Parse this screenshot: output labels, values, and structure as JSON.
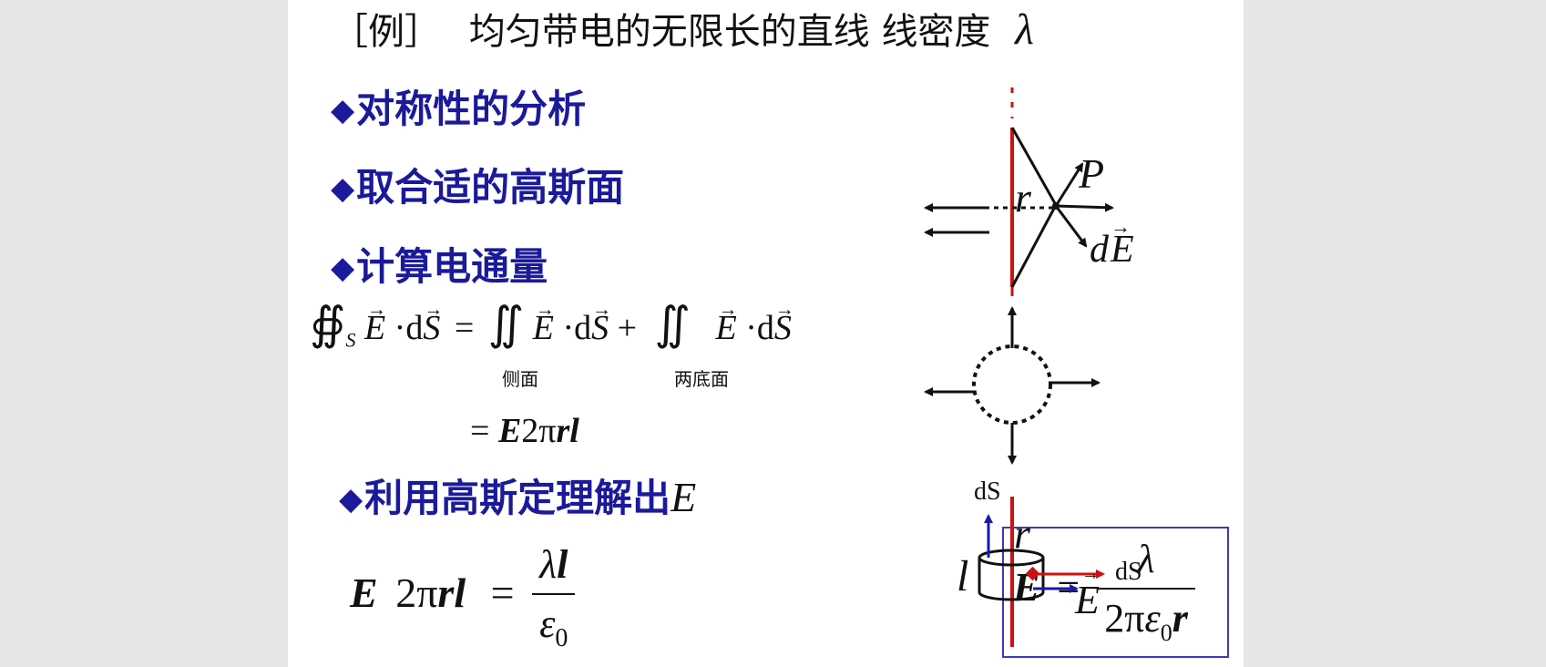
{
  "title": {
    "prefix": "［例］",
    "main": "均匀带电的无限长的直线",
    "suffix": "线密度",
    "lambda": "λ"
  },
  "bullets": {
    "symmetry": "对称性的分析",
    "gauss_surface": "取合适的高斯面",
    "flux": "计算电通量",
    "solve": "利用高斯定理解出",
    "solve_var": "E"
  },
  "equation1": {
    "oint": "∯",
    "sub_s": "S",
    "E": "E",
    "dot": "·",
    "d": "d",
    "S": "S",
    "eq": "=",
    "iint": "∬",
    "plus": "+",
    "under_side": "侧面",
    "under_ends": "两底面"
  },
  "equation2": {
    "eq": "=",
    "E": "E",
    "two_pi": "2π",
    "r": "r",
    "l": "l"
  },
  "equation3": {
    "E": "E",
    "two_pi": "2π",
    "r": "r",
    "l": "l",
    "eq": "=",
    "num_lambda": "λ",
    "num_l": "l",
    "den_eps": "ε",
    "den_sub": "0"
  },
  "result": {
    "E": "E",
    "eq": "=",
    "num": "λ",
    "den_two_pi": "2π",
    "den_eps": "ε",
    "den_sub": "0",
    "den_r": "r"
  },
  "diagram": {
    "label_P": "P",
    "label_r": "r",
    "label_dE_d": "d",
    "label_dE_E": "E",
    "label_dS_top": "dS",
    "label_r_cyl": "r",
    "label_l": "l",
    "label_dS_right": "dS",
    "label_E": "E"
  },
  "colors": {
    "bullet_blue": "#1a1a9a",
    "line_red": "#cc1111",
    "vector_blue": "#1a1aaa",
    "box_border": "#3b3bbb"
  }
}
